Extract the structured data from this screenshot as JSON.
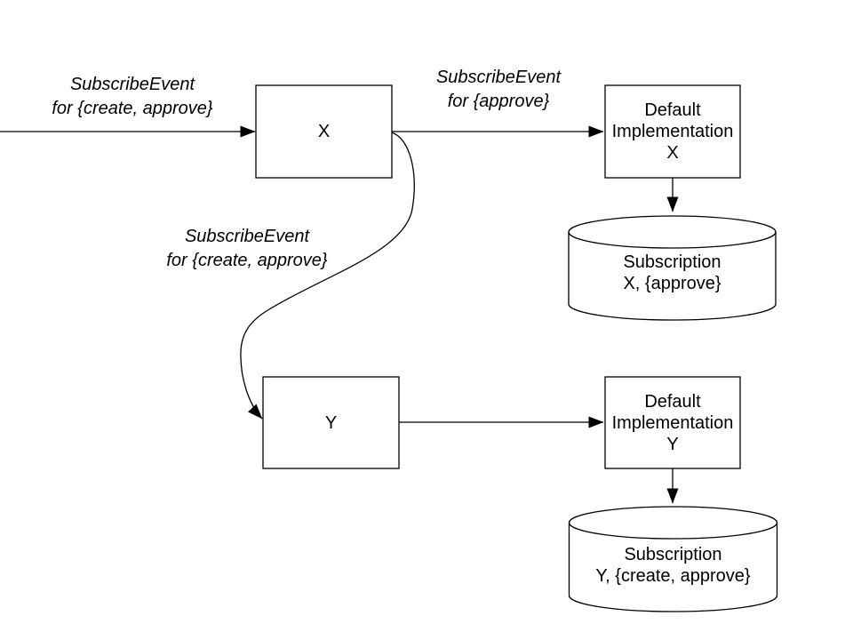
{
  "colors": {
    "stroke": "#000000",
    "text": "#000000",
    "background": "#ffffff"
  },
  "nodes": {
    "x": {
      "label": "X"
    },
    "y": {
      "label": "Y"
    },
    "default_implementation_x": {
      "lines": [
        "Default",
        "Implementation",
        "X"
      ]
    },
    "default_implementation_y": {
      "lines": [
        "Default",
        "Implementation",
        "Y"
      ]
    },
    "subscription_x": {
      "lines": [
        "Subscription",
        "X, {approve}"
      ]
    },
    "subscription_y": {
      "lines": [
        "Subscription",
        "Y, {create, approve}"
      ]
    }
  },
  "edge_labels": {
    "incoming_to_x": {
      "lines": [
        "SubscribeEvent",
        "for {create, approve}"
      ]
    },
    "x_to_default_implementation_x": {
      "lines": [
        "SubscribeEvent",
        "for {approve}"
      ]
    },
    "x_to_y": {
      "lines": [
        "SubscribeEvent",
        "for {create, approve}"
      ]
    }
  }
}
